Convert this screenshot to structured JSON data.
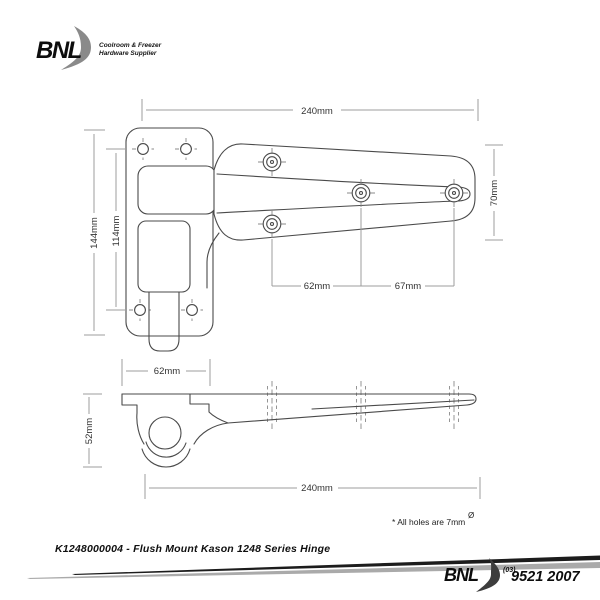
{
  "header": {
    "logo": {
      "name": "BNL",
      "tagline_line1": "Coolroom & Freezer",
      "tagline_line2": "Hardware Supplier"
    }
  },
  "drawing": {
    "note": "* All holes are 7mm",
    "note_symbol": "Ø",
    "plan_view": {
      "dim_overall_length": "240mm",
      "dim_plate_height": "144mm",
      "dim_plate_hole_spacing": "114mm",
      "dim_strap_end_width": "70mm",
      "dim_strap_hole_gap_1": "62mm",
      "dim_strap_hole_gap_2": "67mm"
    },
    "side_view": {
      "dim_flange_width": "62mm",
      "dim_overall_height": "52mm",
      "dim_overall_length": "240mm"
    }
  },
  "footer": {
    "product_title": "K1248000004 - Flush Mount Kason 1248 Series Hinge",
    "logo": {
      "name": "BNL",
      "phone_area_code": "(03)",
      "phone_number": "9521 2007"
    }
  },
  "colors": {
    "line": "#4a4a4a",
    "dimension": "#9c9c9c",
    "swoosh_gray": "#8a8a8a",
    "ink": "#0d0d0d",
    "background": "#ffffff"
  }
}
